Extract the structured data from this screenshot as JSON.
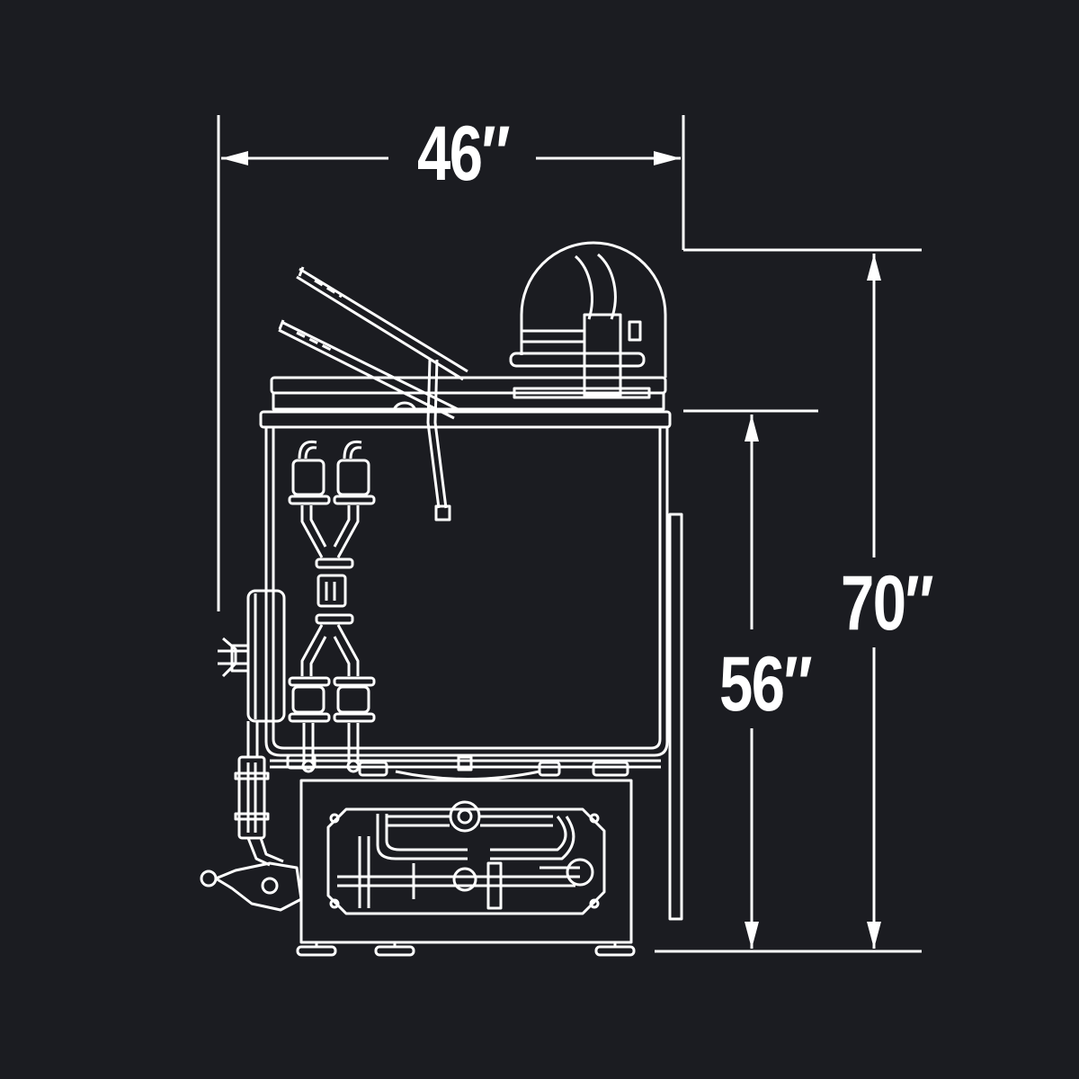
{
  "diagram": {
    "type": "technical dimension drawing",
    "subject": "commercial fryer / kettle side elevation",
    "colors": {
      "background": "#1b1c21",
      "line": "#ffffff"
    },
    "dimensions": {
      "width": {
        "label": "46″",
        "orientation": "horizontal"
      },
      "total_height": {
        "label": "70″",
        "orientation": "vertical"
      },
      "body_height": {
        "label": "56″",
        "orientation": "vertical"
      }
    },
    "components": [
      {
        "name": "fry-basket-handle",
        "count": 2
      },
      {
        "name": "hood-exhaust-pipe"
      },
      {
        "name": "tank-body"
      },
      {
        "name": "valve-assembly"
      },
      {
        "name": "side-control-box"
      },
      {
        "name": "base-cabinet"
      },
      {
        "name": "leveling-feet",
        "count": 4
      }
    ]
  }
}
